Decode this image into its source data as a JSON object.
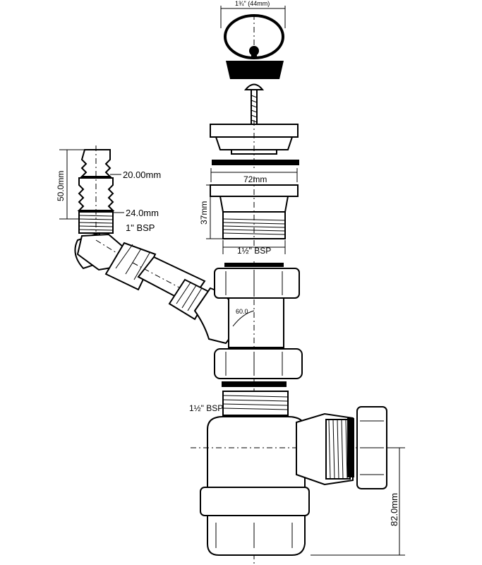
{
  "dimensions": {
    "plug_width": "1¾\" (44mm)",
    "flange_width": "72mm",
    "waste_height": "37mm",
    "waste_thread": "1½\" BSP",
    "spigot_upper": "20.00mm",
    "spigot_lower": "24.0mm",
    "spigot_thread": "1\" BSP",
    "spigot_length": "50.0mm",
    "branch_angle": "60.0",
    "trap_thread": "1½\" BSP",
    "outlet_height": "82.0mm"
  }
}
